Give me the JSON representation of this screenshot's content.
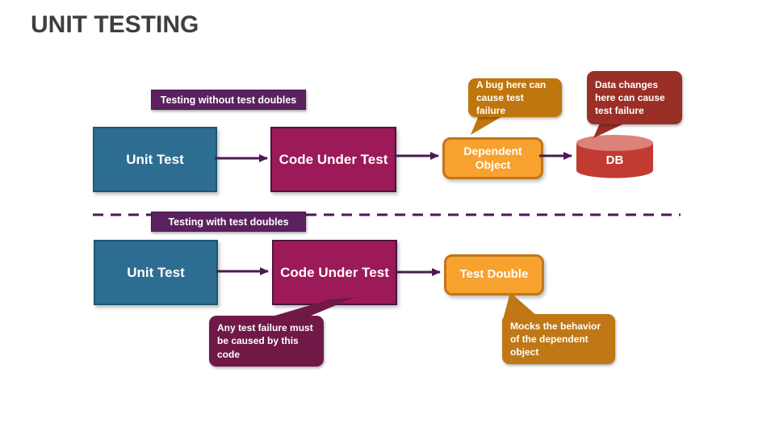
{
  "title": "UNIT TESTING",
  "colors": {
    "title_text": "#3F3F3F",
    "teal_box": "#2E6D92",
    "magenta_box": "#9C1A58",
    "orange_box": "#F7A12F",
    "section_label_purple": "#5B215F",
    "arrow_purple": "#4A1A52",
    "db_body_red": "#C23B32",
    "db_top_red": "#DB827A",
    "callout_bug_orange": "#BF760E",
    "callout_data_brick": "#9A2F27",
    "callout_failure_maroon": "#701946",
    "callout_mocks_brown": "#BF7815"
  },
  "flow_without_doubles": {
    "section_label": "Testing without test doubles",
    "unit_test": "Unit Test",
    "code_under_test": "Code Under Test",
    "dependent_object": "Dependent Object",
    "db": "DB",
    "bug_callout": "A bug here can cause test failure",
    "data_callout": "Data changes here can cause test failure"
  },
  "flow_with_doubles": {
    "section_label": "Testing with test doubles",
    "unit_test": "Unit Test",
    "code_under_test": "Code Under Test",
    "test_double": "Test Double",
    "failure_callout": "Any test failure must be caused by this code",
    "mocks_callout": "Mocks the behavior of the dependent object"
  }
}
